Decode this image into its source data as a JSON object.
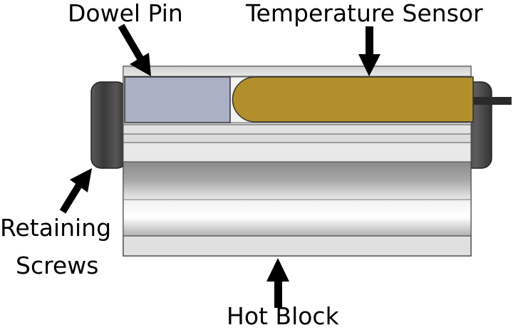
{
  "labels": {
    "dowel_pin": "Dowel Pin",
    "temperature_sensor": "Temperature Sensor",
    "retaining_line1": "Retaining",
    "retaining_line2": "Screws",
    "hot_block": "Hot Block"
  },
  "colors": {
    "dowel_pin": "#aab0c6",
    "sensor": "#b38f2c",
    "block_light": "#e4e4e4",
    "block_dark": "#7a7a7a",
    "screw": "#4a4a4a",
    "arrow": "#000000"
  }
}
